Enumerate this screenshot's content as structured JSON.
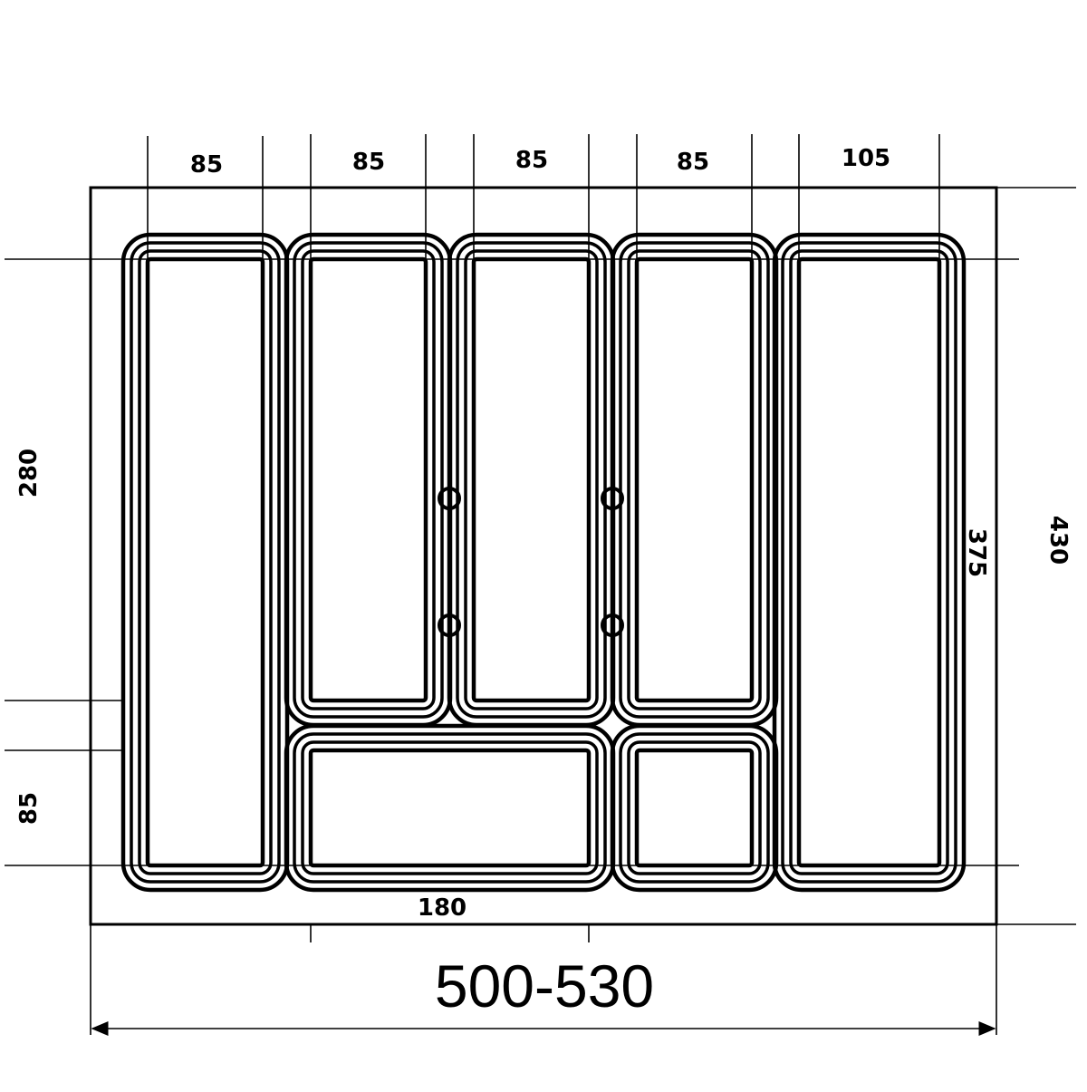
{
  "drawing": {
    "top_dimensions": [
      "85",
      "85",
      "85",
      "85",
      "105"
    ],
    "left_dimension_upper": "280",
    "left_dimension_lower": "85",
    "inner_depth": "375",
    "outer_depth": "430",
    "bottom_compartment_width": "180",
    "overall_width": "500-530",
    "line_color": "#000000"
  }
}
